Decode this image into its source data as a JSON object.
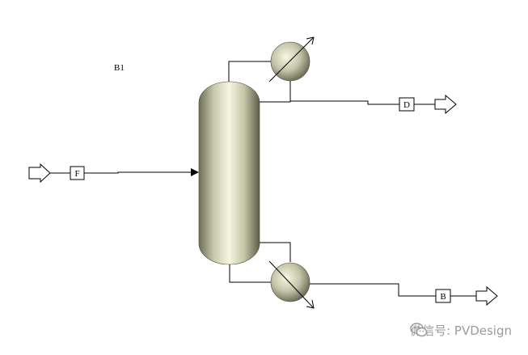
{
  "diagram": {
    "block_label": "B1",
    "streams": {
      "feed": "F",
      "distillate": "D",
      "bottoms": "B"
    }
  },
  "watermark": {
    "text": "微信号: PVDesign",
    "icon": "wechat-icon"
  }
}
